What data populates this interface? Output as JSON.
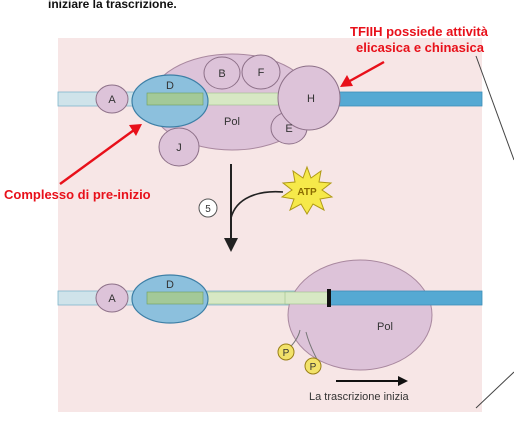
{
  "header": {
    "text": "iniziare la trascrizione."
  },
  "annotations": {
    "tfiih_line1": "TFIIH possiede attività",
    "tfiih_line2": "elicasica e chinasica",
    "preinit": "Complesso di pre-inizio"
  },
  "factors": {
    "A": "A",
    "D": "D",
    "B": "B",
    "F": "F",
    "H": "H",
    "E": "E",
    "J": "J",
    "pol": "Pol",
    "step": "5",
    "atp": "ATP",
    "A2": "A",
    "D2": "D",
    "pol2": "Pol",
    "p1": "P",
    "p2": "P"
  },
  "caption": "La trascrizione inizia",
  "colors": {
    "panel": "#f7e6e6",
    "pol": "#ddc3d9",
    "dna_light": "#cfe3ea",
    "dna_dark": "#55a9d3",
    "red": "#e8101a",
    "atp": "#f6e94a",
    "phosphate": "#f2e26a"
  }
}
